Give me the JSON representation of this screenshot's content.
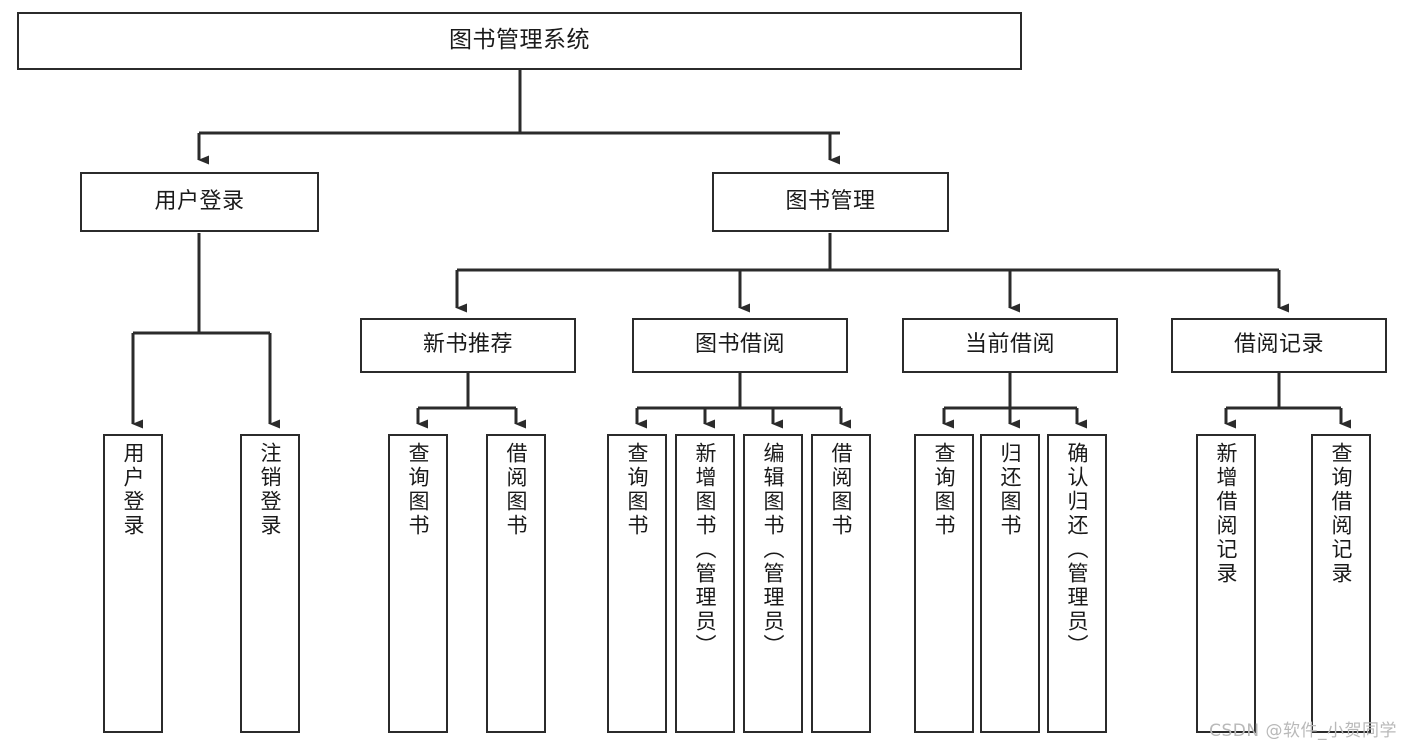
{
  "diagram": {
    "title": "图书管理系统",
    "watermark": "CSDN @软件_小贺同学",
    "colors": {
      "stroke": "#2b2b2b",
      "fill": "#ffffff",
      "text": "#1a1a1a",
      "watermark": "#b9b9b9"
    },
    "levels": {
      "root": "图书管理系统",
      "level2": [
        "用户登录",
        "图书管理"
      ],
      "level3": [
        "新书推荐",
        "图书借阅",
        "当前借阅",
        "借阅记录"
      ]
    },
    "nodes": {
      "root": {
        "label": "图书管理系统"
      },
      "user_login": {
        "label": "用户登录"
      },
      "book_manage": {
        "label": "图书管理"
      },
      "new_book_rec": {
        "label": "新书推荐"
      },
      "book_borrow": {
        "label": "图书借阅"
      },
      "current_borrow": {
        "label": "当前借阅"
      },
      "borrow_record": {
        "label": "借阅记录"
      },
      "leaf_user_login": {
        "label": "用户登录"
      },
      "leaf_logout": {
        "label": "注销登录"
      },
      "leaf_rec_query": {
        "label": "查询图书"
      },
      "leaf_rec_borrow": {
        "label": "借阅图书"
      },
      "leaf_bb_query": {
        "label": "查询图书"
      },
      "leaf_bb_add": {
        "label": "新增图书（管理员）"
      },
      "leaf_bb_edit": {
        "label": "编辑图书（管理员）"
      },
      "leaf_bb_borrow": {
        "label": "借阅图书"
      },
      "leaf_cb_query": {
        "label": "查询图书"
      },
      "leaf_cb_return": {
        "label": "归还图书"
      },
      "leaf_cb_confirm": {
        "label": "确认归还（管理员）"
      },
      "leaf_br_add": {
        "label": "新增借阅记录"
      },
      "leaf_br_query": {
        "label": "查询借阅记录"
      }
    }
  }
}
